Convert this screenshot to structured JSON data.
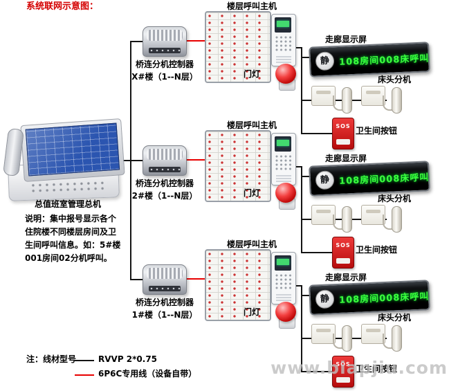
{
  "title": "系统联网示意图：",
  "console": {
    "label": "总值班室管理总机",
    "description": "说明：集中报号显示各个\n住院楼不同楼层房间及卫\n生间呼叫信息。如：5#楼\n001房间02分机呼叫。"
  },
  "tiers": [
    {
      "building": "X#楼（1--N层）",
      "controller": "桥连分机控制器",
      "host": "楼层呼叫主机",
      "door_light": "门灯",
      "corridor_display": "走廊显示屏",
      "display_badge": "静",
      "display_text": "108房间008床呼叫",
      "bedside": "床头分机",
      "bathroom": "卫生间按钮",
      "sos": "SOS"
    },
    {
      "building": "2#楼（1--N层）",
      "controller": "桥连分机控制器",
      "host": "楼层呼叫主机",
      "door_light": "门灯",
      "corridor_display": "走廊显示屏",
      "display_badge": "静",
      "display_text": "108房间008床呼叫",
      "bedside": "床头分机",
      "bathroom": "卫生间按钮",
      "sos": "SOS"
    },
    {
      "building": "1#楼（1--N层）",
      "controller": "桥连分机控制器",
      "host": "楼层呼叫主机",
      "door_light": "门灯",
      "corridor_display": "走廊显示屏",
      "display_badge": "静",
      "display_text": "108房间008床呼叫",
      "bedside": "床头分机",
      "bathroom": "卫生间按钮",
      "sos": "SOS"
    }
  ],
  "legend": {
    "prefix": "注：线材型号",
    "black_wire": "RVVP 2*0.75",
    "red_wire": "6P6C专用线（设备自带）"
  },
  "watermark": "www.biapjiu.com",
  "colors": {
    "title_red": "#d40000",
    "wire_black": "#141414",
    "wire_red": "#e80000",
    "led_green": "#3cff3c",
    "alarm_red": "#c40c0c",
    "sos_red": "#b50c0c"
  }
}
